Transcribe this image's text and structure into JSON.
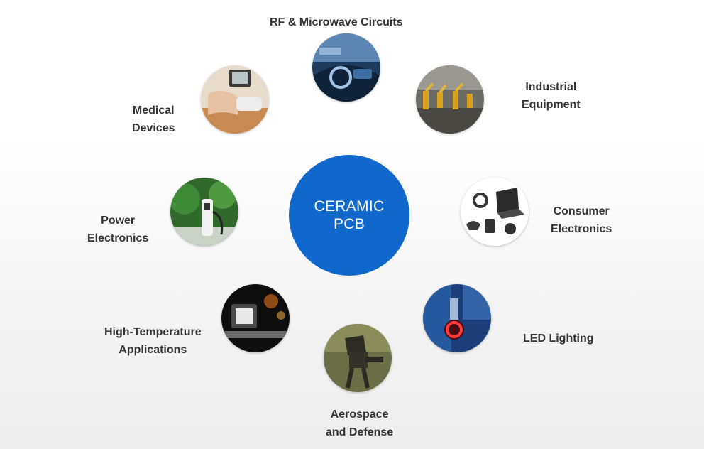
{
  "center": {
    "line1": "CERAMIC",
    "line2": "PCB",
    "color": "#1067cc"
  },
  "applications": [
    {
      "id": "rf",
      "lines": [
        "RF & Microwave Circuits"
      ],
      "icon": "car-dashboard-icon"
    },
    {
      "id": "industrial",
      "lines": [
        "Industrial",
        "Equipment"
      ],
      "icon": "robotic-assembly-line-icon"
    },
    {
      "id": "consumer",
      "lines": [
        "Consumer",
        "Electronics"
      ],
      "icon": "laptop-gadgets-icon"
    },
    {
      "id": "led",
      "lines": [
        "LED Lighting"
      ],
      "icon": "led-lamp-icon"
    },
    {
      "id": "aerospace",
      "lines": [
        "Aerospace",
        "and Defense"
      ],
      "icon": "military-equipment-icon"
    },
    {
      "id": "hightemp",
      "lines": [
        "High-Temperature",
        "Applications"
      ],
      "icon": "hot-component-icon"
    },
    {
      "id": "power",
      "lines": [
        "Power",
        "Electronics"
      ],
      "icon": "ev-charger-icon"
    },
    {
      "id": "medical",
      "lines": [
        "Medical",
        "Devices"
      ],
      "icon": "blood-pressure-monitor-icon"
    }
  ],
  "label_color": "#333333"
}
